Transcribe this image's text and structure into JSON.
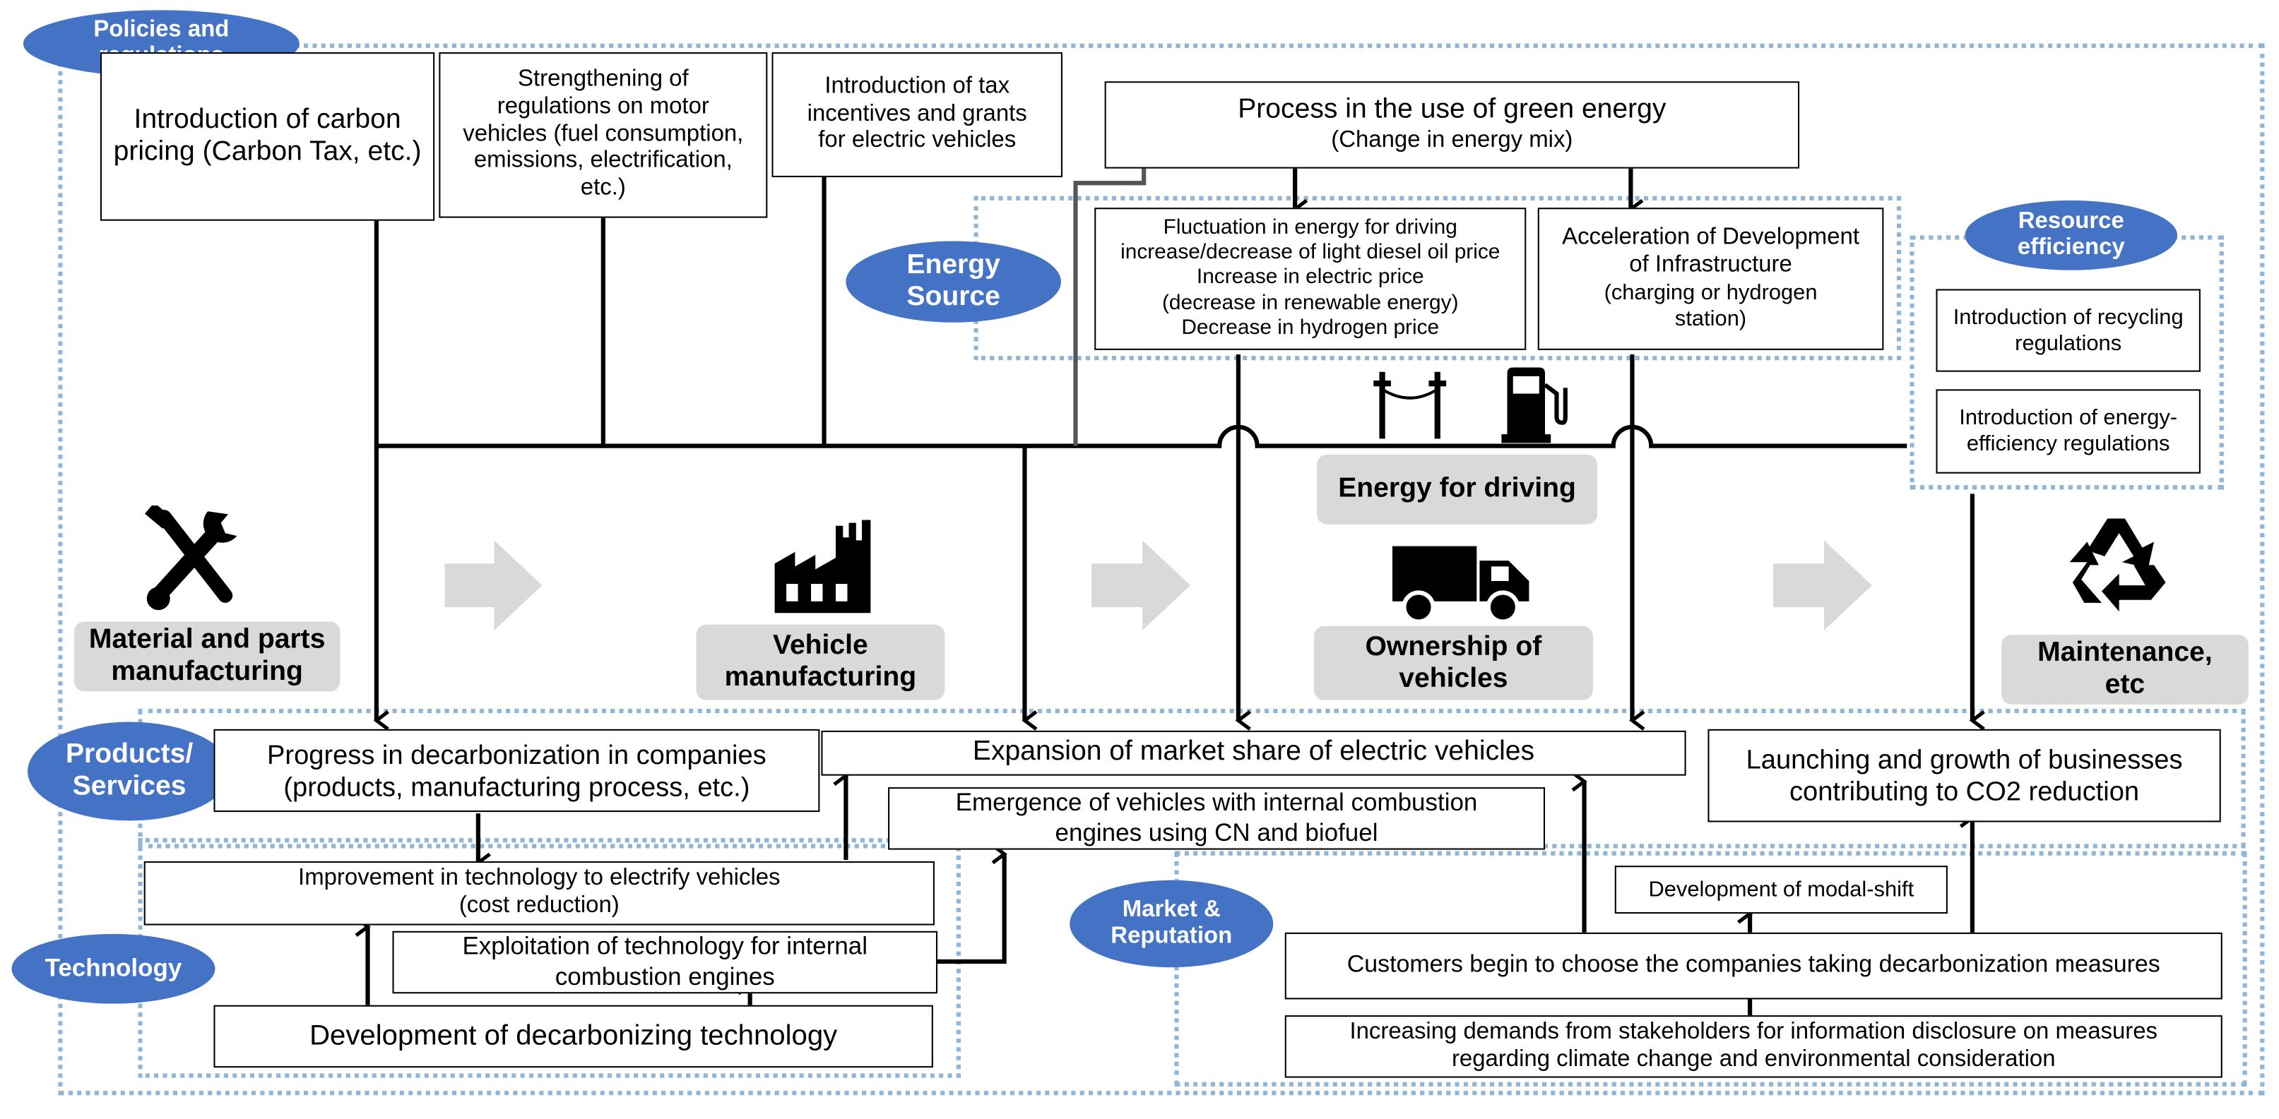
{
  "policies": {
    "title": [
      "Policies and",
      "regulations"
    ],
    "carbon_pricing": [
      "Introduction of carbon",
      "pricing (Carbon Tax, etc.)"
    ],
    "motor_regulations": [
      "Strengthening of",
      "regulations on motor",
      "vehicles (fuel consumption,",
      "emissions, electrification,",
      "etc.)"
    ],
    "tax_incentives": [
      "Introduction of tax",
      "incentives and grants",
      "for electric vehicles"
    ]
  },
  "energy": {
    "green_energy": [
      "Process in the use of green energy",
      "(Change in energy mix)"
    ],
    "source_label": [
      "Energy",
      "Source"
    ],
    "fluctuation": [
      "Fluctuation in energy for driving",
      "increase/decrease of light diesel oil price",
      "Increase in electric price",
      "(decrease in renewable energy)",
      "Decrease in hydrogen price"
    ],
    "infrastructure": [
      "Acceleration of Development",
      "of Infrastructure",
      "(charging or hydrogen",
      "station)"
    ]
  },
  "resource": {
    "title": [
      "Resource",
      "efficiency"
    ],
    "recycling": [
      "Introduction of recycling",
      "regulations"
    ],
    "energy_efficiency": [
      "Introduction of energy-",
      "efficiency regulations"
    ]
  },
  "value_chain": {
    "material": [
      "Material and parts",
      "manufacturing"
    ],
    "vehicle": [
      "Vehicle",
      "manufacturing"
    ],
    "energy_driving": [
      "Energy for driving"
    ],
    "ownership": [
      "Ownership of",
      "vehicles"
    ],
    "maintenance": [
      "Maintenance,",
      "etc"
    ]
  },
  "products": {
    "title": [
      "Products/",
      "Services"
    ],
    "decarbonization": [
      "Progress in decarbonization in companies",
      "(products, manufacturing process, etc.)"
    ],
    "ev_share": [
      "Expansion of market share of electric vehicles"
    ],
    "ice_cn": [
      "Emergence of vehicles with internal combustion",
      "engines using CN and biofuel"
    ],
    "businesses": [
      "Launching and growth of businesses",
      "contributing to CO2 reduction"
    ]
  },
  "technology": {
    "title": [
      "Technology"
    ],
    "electrify": [
      "Improvement in technology to electrify vehicles",
      "(cost reduction)"
    ],
    "ice_tech": [
      "Exploitation of technology for internal",
      "combustion engines"
    ],
    "decarb_tech": [
      "Development of decarbonizing technology"
    ]
  },
  "market": {
    "title": [
      "Market &",
      "Reputation"
    ],
    "modal_shift": [
      "Development of modal-shift"
    ],
    "customers": [
      "Customers begin to choose the companies taking decarbonization measures"
    ],
    "stakeholders": [
      "Increasing demands from stakeholders for information disclosure on measures",
      "regarding climate change and environmental consideration"
    ]
  },
  "icons": [
    "tools-icon",
    "factory-icon",
    "power-pole-icon",
    "fuel-pump-icon",
    "truck-icon",
    "recycle-icon",
    "right-arrow-icon"
  ],
  "colors": {
    "ellipse": "#4472c4",
    "dotted_border": "#8fb6d6",
    "label_fill": "#d9d9d9",
    "chevron_fill": "#d9d9d9"
  }
}
